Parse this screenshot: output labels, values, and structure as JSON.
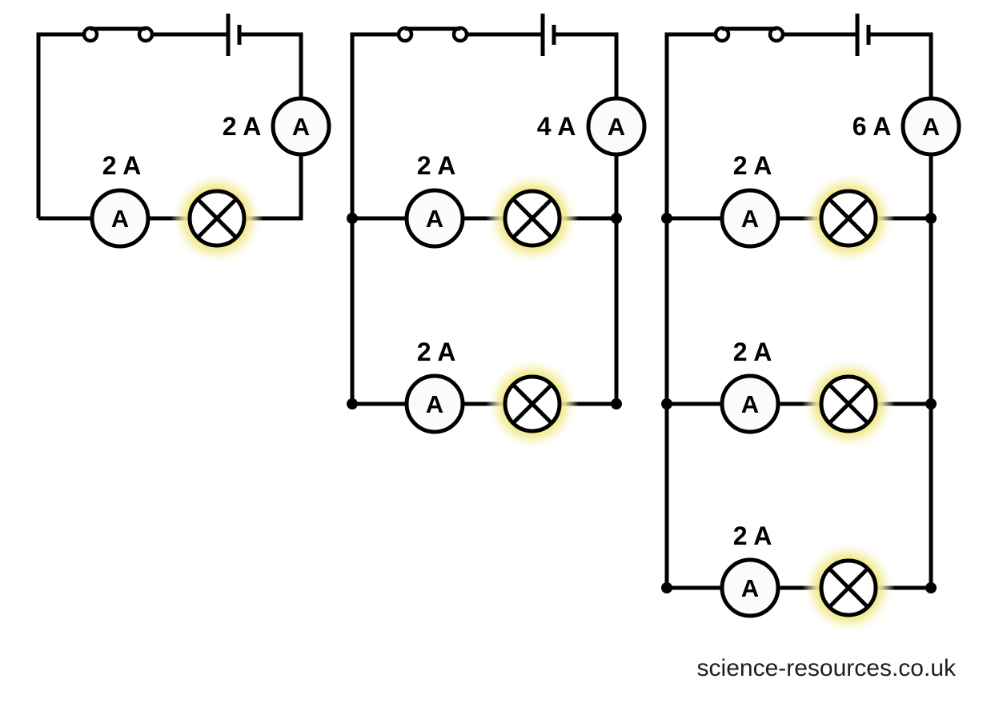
{
  "watermark": {
    "text": "science-resources.co.uk"
  },
  "colors": {
    "background": "#ffffff",
    "wire": "#000000",
    "text": "#000000",
    "meter_fill": "#fbfbfb",
    "lamp_glow_inner": "#f0e87c",
    "lamp_glow_outer": "#fdfbe8"
  },
  "icons": {
    "switch": "closed-switch-two-terminals",
    "battery": "single-cell-long-short-plates",
    "ammeter": "circle-with-letter-A",
    "lamp": "circle-with-cross-glowing",
    "junction": "filled-dot"
  },
  "circuits": [
    {
      "id": "series-single-lamp",
      "type": "series",
      "main_ammeter": {
        "reading": "2 A",
        "symbol": "A"
      },
      "branches": [
        {
          "ammeter_reading": "2 A",
          "ammeter_symbol": "A",
          "lamp_state": "lit"
        }
      ]
    },
    {
      "id": "parallel-two-lamps",
      "type": "parallel",
      "main_ammeter": {
        "reading": "4 A",
        "symbol": "A"
      },
      "branches": [
        {
          "ammeter_reading": "2 A",
          "ammeter_symbol": "A",
          "lamp_state": "lit"
        },
        {
          "ammeter_reading": "2 A",
          "ammeter_symbol": "A",
          "lamp_state": "lit"
        }
      ]
    },
    {
      "id": "parallel-three-lamps",
      "type": "parallel",
      "main_ammeter": {
        "reading": "6 A",
        "symbol": "A"
      },
      "branches": [
        {
          "ammeter_reading": "2 A",
          "ammeter_symbol": "A",
          "lamp_state": "lit"
        },
        {
          "ammeter_reading": "2 A",
          "ammeter_symbol": "A",
          "lamp_state": "lit"
        },
        {
          "ammeter_reading": "2 A",
          "ammeter_symbol": "A",
          "lamp_state": "lit"
        }
      ]
    }
  ]
}
